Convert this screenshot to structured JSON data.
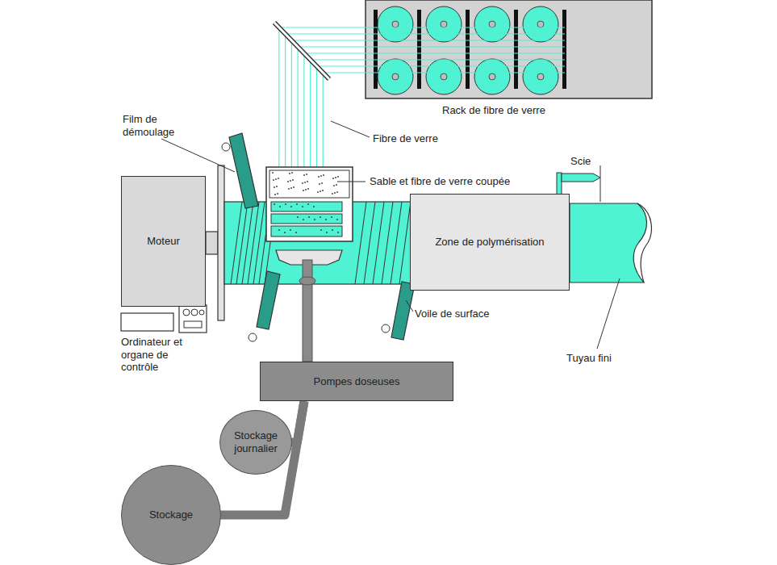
{
  "diagram": {
    "nodes": [
      {
        "text": [
          "Moteur"
        ]
      },
      {
        "text": [
          "Zone de polymérisation"
        ]
      },
      {
        "text": [
          "Pompes doseuses"
        ]
      },
      {
        "text": [
          "Stockage journalier"
        ]
      },
      {
        "text": [
          "Stockage"
        ]
      }
    ],
    "edges": [
      {
        "from": 4,
        "to": 2,
        "arrow": "none"
      },
      {
        "from": 3,
        "to": 2,
        "arrow": "none"
      }
    ],
    "labels": [
      "Rack de fibre de verre",
      "Fibre de verre",
      "Film de démoulage",
      "Sable et fibre de verre coupée",
      "Scie",
      "Ordinateur et organe de contrôle",
      "Voile de surface",
      "Tuyau fini"
    ]
  }
}
